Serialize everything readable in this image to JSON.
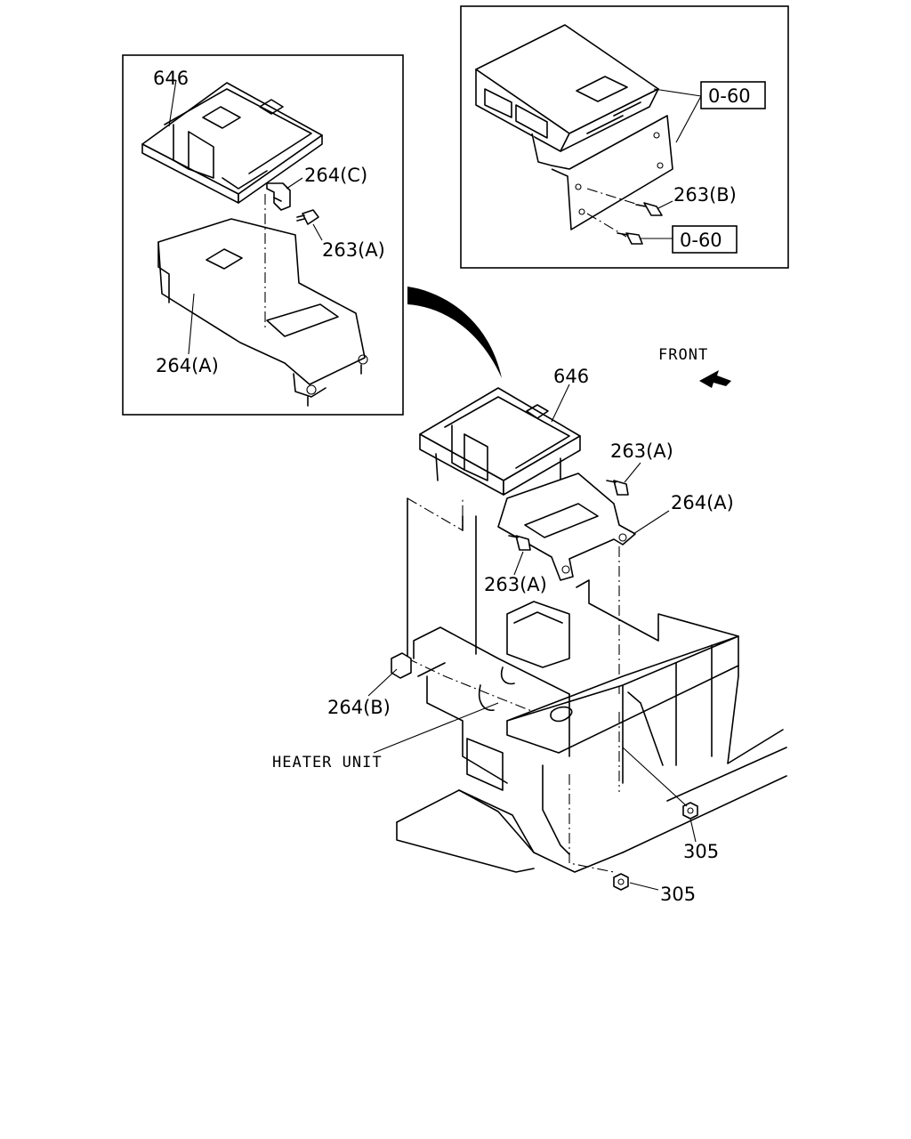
{
  "labels": {
    "inset_left_646": "646",
    "inset_left_264c": "264(C)",
    "inset_left_263a": "263(A)",
    "inset_left_264a": "264(A)",
    "inset_right_ref_top": "0-60",
    "inset_right_263b": "263(B)",
    "inset_right_ref_bottom": "0-60",
    "front": "FRONT",
    "main_646": "646",
    "main_263a_upper": "263(A)",
    "main_264a": "264(A)",
    "main_263a_lower": "263(A)",
    "main_264b": "264(B)",
    "heater_unit": "HEATER UNIT",
    "main_305_upper": "305",
    "main_305_lower": "305"
  },
  "colors": {
    "line": "#000000",
    "background": "#ffffff"
  }
}
